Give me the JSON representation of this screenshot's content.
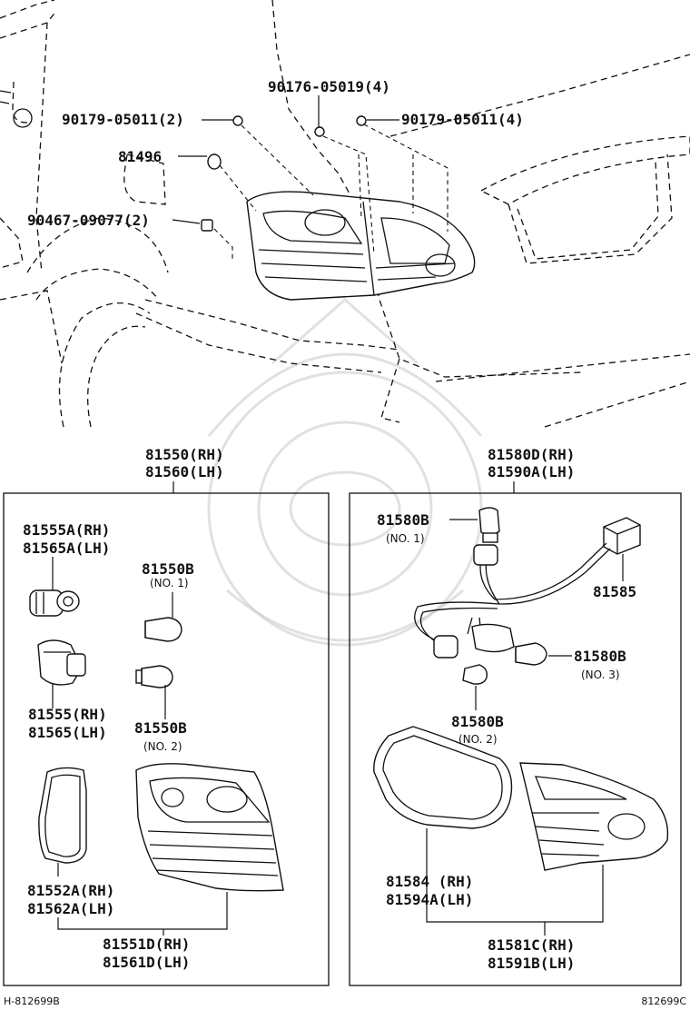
{
  "labels": {
    "p90176": "90176-05019(4)",
    "p90179_left": "90179-05011(2)",
    "p90179_right": "90179-05011(4)",
    "p81496": "81496",
    "p90467": "90467-09077(2)",
    "p81550_rh": "81550(RH)",
    "p81560_lh": "81560(LH)",
    "p81580d_rh": "81580D(RH)",
    "p81590a_lh": "81590A(LH)",
    "p81555a_rh": "81555A(RH)",
    "p81565a_lh": "81565A(LH)",
    "p81550b_top": "81550B",
    "no1_left": "(NO. 1)",
    "p81555_rh": "81555(RH)",
    "p81565_lh": "81565(LH)",
    "p81550b_bottom": "81550B",
    "no2_left": "(NO. 2)",
    "p81552a_rh": "81552A(RH)",
    "p81562a_lh": "81562A(LH)",
    "p81551d_rh": "81551D(RH)",
    "p81561d_lh": "81561D(LH)",
    "p81580b_top": "81580B",
    "no1_right": "(NO. 1)",
    "p81585": "81585",
    "p81580b_right": "81580B",
    "no3_right": "(NO. 3)",
    "p81580b_bottom": "81580B",
    "no2_right": "(NO. 2)",
    "p81584_rh": "81584  (RH)",
    "p81594a_lh": "81594A(LH)",
    "p81581c_rh": "81581C(RH)",
    "p81591b_lh": "81591B(LH)"
  },
  "footer": {
    "left_code": "H-812699B",
    "right_code": "812699C"
  }
}
